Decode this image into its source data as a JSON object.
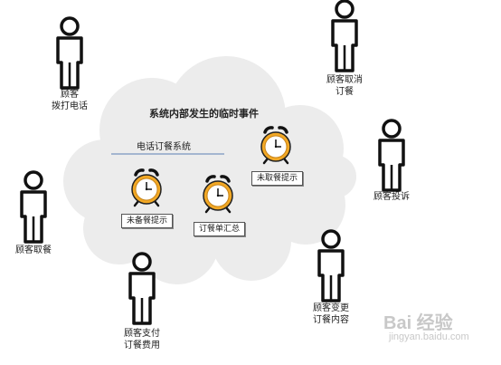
{
  "cloud": {
    "title": "系统内部发生的临时事件",
    "system": "电话订餐系统"
  },
  "customers": [
    {
      "label": "顾客\n拨打电话"
    },
    {
      "label": "顾客取消\n订餐"
    },
    {
      "label": "顾客投诉"
    },
    {
      "label": "顾客取餐"
    },
    {
      "label": "顾客支付\n订餐费用"
    },
    {
      "label": "顾客变更\n订餐内容"
    }
  ],
  "alarms": [
    {
      "label": "未备餐提示"
    },
    {
      "label": "订餐单汇总"
    },
    {
      "label": "未取餐提示"
    }
  ],
  "watermark": {
    "brand": "Bai 经验",
    "url": "jingyan.baidu.com"
  },
  "colors": {
    "cloud": "#ececec",
    "person": "#111111",
    "clock_body": "#f2a825",
    "divider": "#5b7fb5"
  }
}
